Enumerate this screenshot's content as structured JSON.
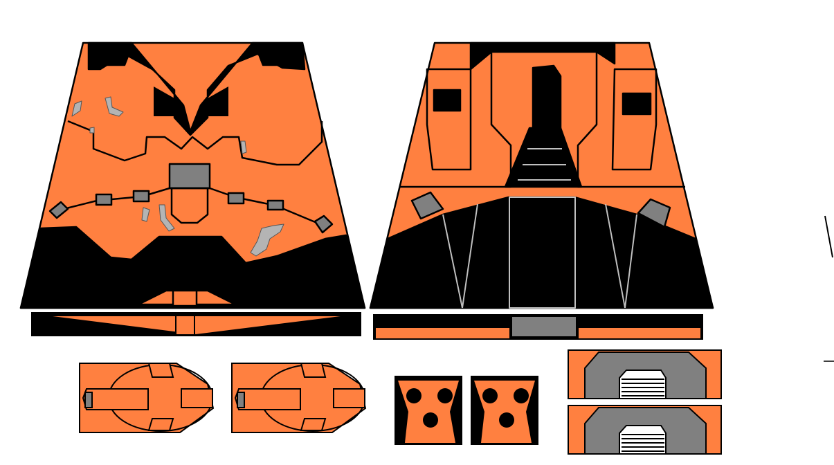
{
  "colors": {
    "background": "#ffffff",
    "armor_orange": "#ff8040",
    "outline_black": "#000000",
    "panel_gray": "#808080",
    "damage_gray": "#b4b4b4",
    "seam_gray": "#c0c0c0"
  },
  "parts": [
    {
      "name": "torso-front"
    },
    {
      "name": "torso-back"
    },
    {
      "name": "front-hip-strip"
    },
    {
      "name": "back-hip-strip"
    },
    {
      "name": "arm-left"
    },
    {
      "name": "arm-right"
    },
    {
      "name": "hand-left"
    },
    {
      "name": "hand-right"
    },
    {
      "name": "leg-panel-top"
    },
    {
      "name": "leg-panel-bottom"
    }
  ]
}
